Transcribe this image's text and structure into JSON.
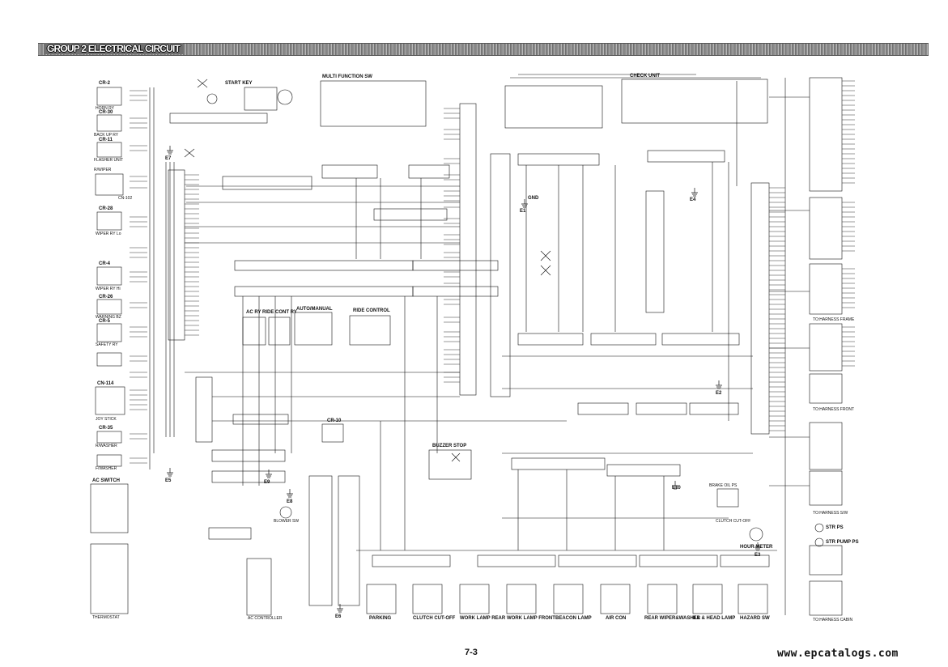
{
  "page": {
    "title": "GROUP 2 ELECTRICAL CIRCUIT",
    "page_number": "7-3",
    "website": "www.epcatalogs.com"
  },
  "components": [
    {
      "key": "cr2",
      "label": "CR-2"
    },
    {
      "key": "horn_ry",
      "label": "HORN RY"
    },
    {
      "key": "cr30",
      "label": "CR-30"
    },
    {
      "key": "back_up_ry",
      "label": "BACK UP RY"
    },
    {
      "key": "cr11",
      "label": "CR-11"
    },
    {
      "key": "flasher",
      "label": "FLASHER UNIT"
    },
    {
      "key": "rwiper",
      "label": "R/WIPER"
    },
    {
      "key": "cn102",
      "label": "CN-102"
    },
    {
      "key": "cr28",
      "label": "CR-28"
    },
    {
      "key": "wiper_lo",
      "label": "WIPER RY Lo"
    },
    {
      "key": "cr4",
      "label": "CR-4"
    },
    {
      "key": "wiper_hi",
      "label": "WIPER RY Hi"
    },
    {
      "key": "cr26",
      "label": "CR-26"
    },
    {
      "key": "warning_bz",
      "label": "WARNING BZ"
    },
    {
      "key": "cr5",
      "label": "CR-5"
    },
    {
      "key": "safety_ry",
      "label": "SAFETY RY"
    },
    {
      "key": "cn114",
      "label": "CN-114"
    },
    {
      "key": "joy_stick",
      "label": "JOY STICK"
    },
    {
      "key": "cr35",
      "label": "CR-35"
    },
    {
      "key": "rwasher",
      "label": "R/WASHER"
    },
    {
      "key": "fwasher",
      "label": "F/WASHER"
    },
    {
      "key": "start_key",
      "label": "START KEY"
    },
    {
      "key": "multi_sw",
      "label": "MULTI FUNCTION SW"
    },
    {
      "key": "check_unit",
      "label": "CHECK UNIT"
    },
    {
      "key": "ac_ry",
      "label": "AC RY"
    },
    {
      "key": "ride_cont_ry",
      "label": "RIDE CONT RY"
    },
    {
      "key": "auto_manual",
      "label": "AUTO/MANUAL"
    },
    {
      "key": "ride_control",
      "label": "RIDE CONTROL"
    },
    {
      "key": "cr10",
      "label": "CR-10"
    },
    {
      "key": "buzzer_stop",
      "label": "BUZZER STOP"
    },
    {
      "key": "ac_switch",
      "label": "AC SWITCH"
    },
    {
      "key": "thermostat",
      "label": "THERMOSTAT"
    },
    {
      "key": "blower_sw",
      "label": "BLOWER SW"
    },
    {
      "key": "ac_controller",
      "label": "AC CONTROLLER"
    },
    {
      "key": "brake_oil_ps",
      "label": "BRAKE OIL PS"
    },
    {
      "key": "clutch_cutoff",
      "label": "CLUTCH CUT-OFF"
    },
    {
      "key": "hour_meter",
      "label": "HOUR METER"
    },
    {
      "key": "str_ps",
      "label": "STR PS"
    },
    {
      "key": "str_pump_ps",
      "label": "STR PUMP PS"
    },
    {
      "key": "to_harness_front",
      "label": "TO:HARNESS FRONT"
    },
    {
      "key": "to_harness_frame",
      "label": "TO:HARNESS FRAME"
    },
    {
      "key": "to_harness_sw",
      "label": "TO:HARNESS S/W"
    },
    {
      "key": "to_harness_cabin",
      "label": "TO:HARNESS CABIN"
    }
  ],
  "bottom_switches": [
    {
      "key": "parking",
      "label": "PARKING"
    },
    {
      "key": "clutch_cut_off",
      "label": "CLUTCH CUT-OFF"
    },
    {
      "key": "work_lamp_rear",
      "label": "WORK LAMP REAR"
    },
    {
      "key": "work_lamp_front",
      "label": "WORK LAMP FRONT"
    },
    {
      "key": "beacon_lamp",
      "label": "BEACON LAMP"
    },
    {
      "key": "air_con",
      "label": "AIR CON"
    },
    {
      "key": "rear_wiper_washer",
      "label": "REAR WIPER&WASHER"
    },
    {
      "key": "ill_head_lamp",
      "label": "ILL & HEAD LAMP"
    },
    {
      "key": "hazard_sw",
      "label": "HAZARD SW"
    }
  ],
  "grounds": [
    {
      "key": "e1",
      "label": "E1"
    },
    {
      "key": "e2",
      "label": "E2"
    },
    {
      "key": "e3",
      "label": "E3"
    },
    {
      "key": "e4",
      "label": "E4"
    },
    {
      "key": "e5",
      "label": "E5"
    },
    {
      "key": "e6",
      "label": "E6"
    },
    {
      "key": "e7",
      "label": "E7"
    },
    {
      "key": "e8",
      "label": "E8"
    },
    {
      "key": "e9",
      "label": "E9"
    },
    {
      "key": "e10",
      "label": "E10"
    },
    {
      "key": "gnd",
      "label": "GND"
    }
  ]
}
